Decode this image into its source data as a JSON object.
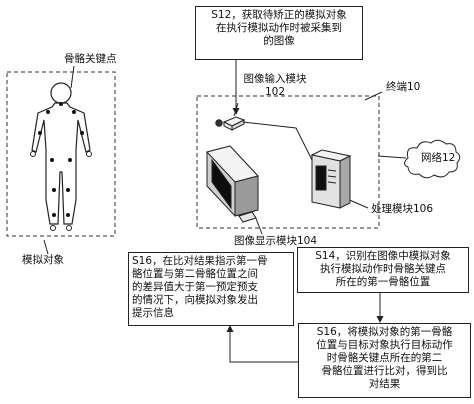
{
  "steps": {
    "s12": "S12，获取待矫正的模拟对象\n在执行模拟动作时被采集到\n的图像",
    "s14": "S14，识别在图像中模拟对象\n执行模拟动作时骨骼关键点\n所在的第一骨骼位置",
    "s16_left": "S16，在比对结果指示第一骨\n骼位置与第二骨骼位置之间\n的差异值大于第一预定预支\n的情况下，向模拟对象发出\n提示信息",
    "s16_right": "S16，将模拟对象的第一骨骼\n位置与目标对象执行目标动作\n时骨骼关键点所在的第二\n骨骼位置进行比对，得到比\n对结果"
  },
  "labels": {
    "skeleton_keypoint": "骨骼关键点",
    "simulated_object": "模拟对象",
    "image_input_module": "图像输入模块\n102",
    "terminal": "终端10",
    "network": "网络12",
    "processing_module": "处理模块106",
    "image_display_module": "图像显示模块104"
  }
}
